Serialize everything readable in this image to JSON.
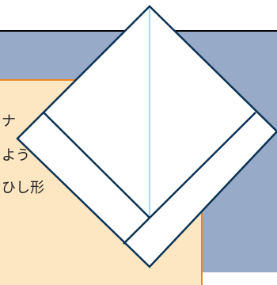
{
  "instruction": {
    "lines": [
      "ナ",
      "よう",
      "ひし形"
    ]
  },
  "colors": {
    "background_top": "#ffffff",
    "background_main": "#97aac8",
    "card_fill": "#fde6c2",
    "card_border": "#e8862a",
    "paper_fill": "#ffffff",
    "paper_outline": "#0b3355",
    "crease_line": "#9fd9ea"
  }
}
